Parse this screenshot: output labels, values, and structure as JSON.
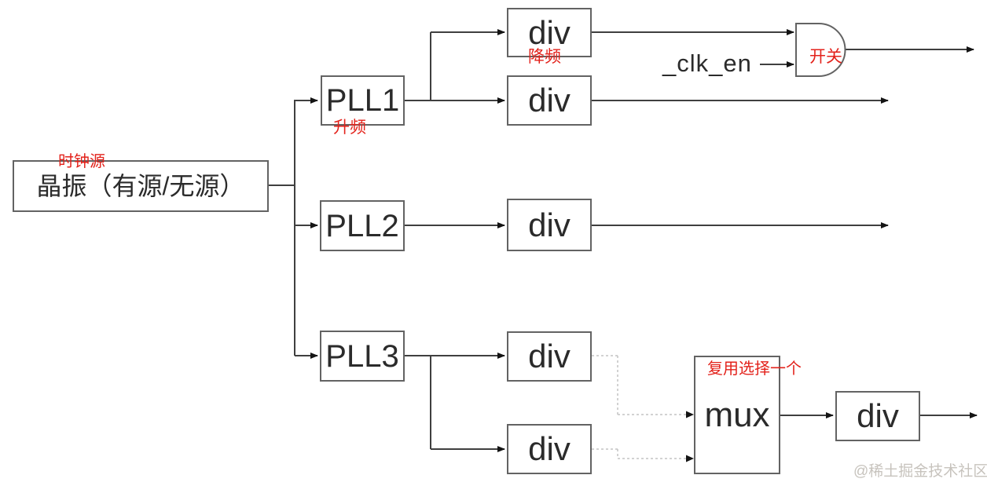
{
  "diagram": {
    "source": {
      "label": "晶振（有源/无源）",
      "annotation": "时钟源"
    },
    "pll1": {
      "label": "PLL1",
      "annotation": "升频"
    },
    "pll2": {
      "label": "PLL2"
    },
    "pll3": {
      "label": "PLL3"
    },
    "divider": {
      "label": "div",
      "annotation": "降频"
    },
    "and_gate": {
      "annotation": "开关",
      "enable_signal": "_clk_en"
    },
    "mux": {
      "label": "mux",
      "annotation": "复用选择一个"
    },
    "final_divider": {
      "label": "div"
    }
  },
  "watermark": "@稀土掘金技术社区",
  "colors": {
    "wire": "#3f3f3f",
    "dotted_wire": "#c4c4c4",
    "arrowhead": "#141414",
    "box_border": "#636363",
    "box_text": "#2b2b2b",
    "annotation_red": "#e3221b",
    "watermark_gray": "#c7c3bd"
  }
}
